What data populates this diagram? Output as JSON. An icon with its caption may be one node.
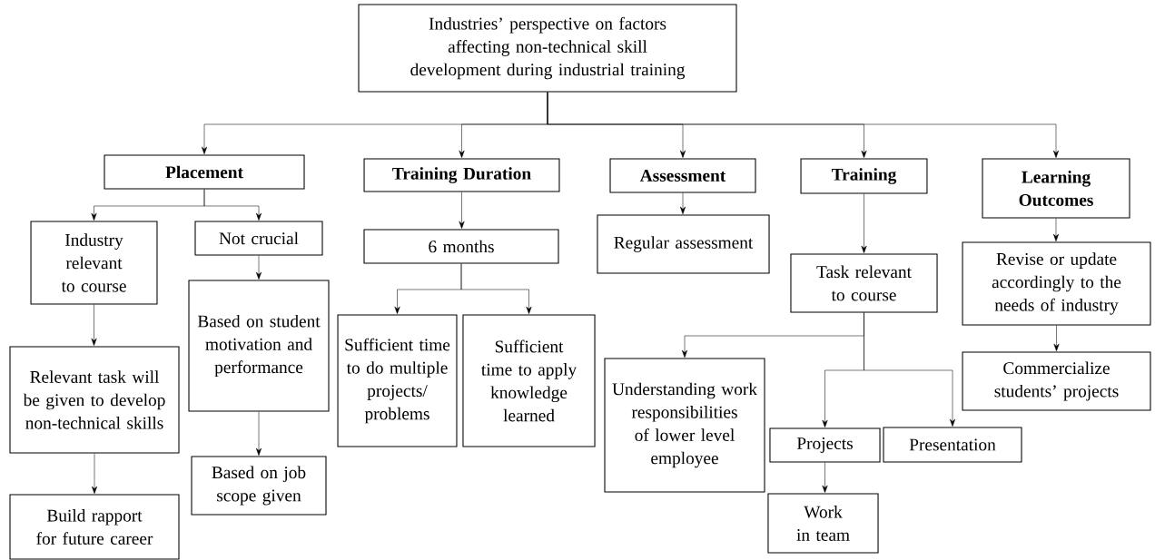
{
  "diagram": {
    "nodes": [
      {
        "text": [
          "Industries’ perspective on factors affecting non-technical skill development during industrial training"
        ]
      },
      {
        "text": [
          "Placement"
        ]
      },
      {
        "text": [
          "Training Duration"
        ]
      },
      {
        "text": [
          "Assessment"
        ]
      },
      {
        "text": [
          "Training"
        ]
      },
      {
        "text": [
          "Learning Outcomes"
        ]
      },
      {
        "text": [
          "Industry relevant to course"
        ]
      },
      {
        "text": [
          "Not crucial"
        ]
      },
      {
        "text": [
          "Based on student motivation and performance"
        ]
      },
      {
        "text": [
          "Based on job scope given"
        ]
      },
      {
        "text": [
          "Relevant task will be given to develop non-technical skills"
        ]
      },
      {
        "text": [
          "Build rapport for future career"
        ]
      },
      {
        "text": [
          "6 months"
        ]
      },
      {
        "text": [
          "Sufficient time to do multiple projects/ problems"
        ]
      },
      {
        "text": [
          "Sufficient time to apply knowledge learned"
        ]
      },
      {
        "text": [
          "Regular assessment"
        ]
      },
      {
        "text": [
          "Task relevant to course"
        ]
      },
      {
        "text": [
          "Understanding work responsibilities of lower level employee"
        ]
      },
      {
        "text": [
          "Projects"
        ]
      },
      {
        "text": [
          "Presentation"
        ]
      },
      {
        "text": [
          "Work in team"
        ]
      },
      {
        "text": [
          "Revise or update accordingly to the needs of industry"
        ]
      },
      {
        "text": [
          "Commercialize students’ projects"
        ]
      }
    ],
    "edges": [
      {
        "from": 0,
        "to": 1,
        "arrow": "to"
      },
      {
        "from": 0,
        "to": 2,
        "arrow": "to"
      },
      {
        "from": 0,
        "to": 3,
        "arrow": "to"
      },
      {
        "from": 0,
        "to": 4,
        "arrow": "to"
      },
      {
        "from": 0,
        "to": 5,
        "arrow": "to"
      },
      {
        "from": 1,
        "to": 6,
        "arrow": "to"
      },
      {
        "from": 1,
        "to": 7,
        "arrow": "to"
      },
      {
        "from": 6,
        "to": 10,
        "arrow": "to"
      },
      {
        "from": 10,
        "to": 11,
        "arrow": "to"
      },
      {
        "from": 7,
        "to": 8,
        "arrow": "to"
      },
      {
        "from": 8,
        "to": 9,
        "arrow": "to"
      },
      {
        "from": 2,
        "to": 12,
        "arrow": "to"
      },
      {
        "from": 12,
        "to": 13,
        "arrow": "to"
      },
      {
        "from": 12,
        "to": 14,
        "arrow": "to"
      },
      {
        "from": 3,
        "to": 15,
        "arrow": "to"
      },
      {
        "from": 4,
        "to": 16,
        "arrow": "to"
      },
      {
        "from": 16,
        "to": 17,
        "arrow": "to"
      },
      {
        "from": 16,
        "to": 18,
        "arrow": "to"
      },
      {
        "from": 16,
        "to": 19,
        "arrow": "to"
      },
      {
        "from": 18,
        "to": 20,
        "arrow": "to"
      },
      {
        "from": 5,
        "to": 21,
        "arrow": "to"
      },
      {
        "from": 21,
        "to": 22,
        "arrow": "to"
      }
    ]
  }
}
